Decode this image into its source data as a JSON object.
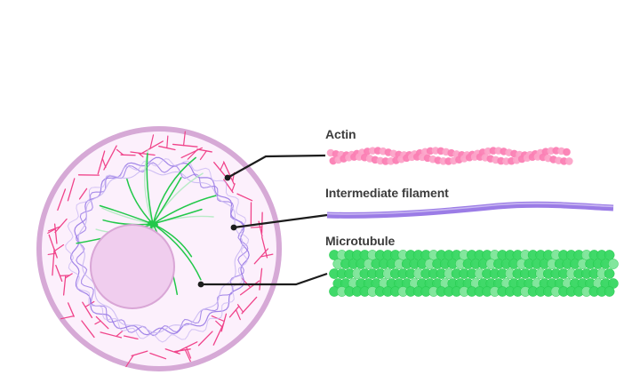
{
  "diagram": {
    "title_hidden": "",
    "labels": [
      {
        "id": "actin",
        "text": "Actin"
      },
      {
        "id": "intermediate",
        "text": "Intermediate filament"
      },
      {
        "id": "microtubule",
        "text": "Microtubule"
      }
    ]
  },
  "colors": {
    "membrane": "#d6a9d6",
    "cytoplasm": "#fcf0fc",
    "nucleus_fill": "#f0cdee",
    "nucleus_stroke": "#d9a6d6",
    "actin": "#f0438a",
    "actin_bead_dark": "#fb7fb4",
    "actin_bead_light": "#fca3c8",
    "intermediate": "#9b7ce6",
    "intermediate_light": "#c9b8f2",
    "microtubule": "#22c84a",
    "microtubule_light": "#b9ebc7",
    "mt_bead": "#3ad865",
    "mt_bead_light": "#7fe69a",
    "leader": "#1c1c1c",
    "label_text": "#3c3c3c"
  }
}
